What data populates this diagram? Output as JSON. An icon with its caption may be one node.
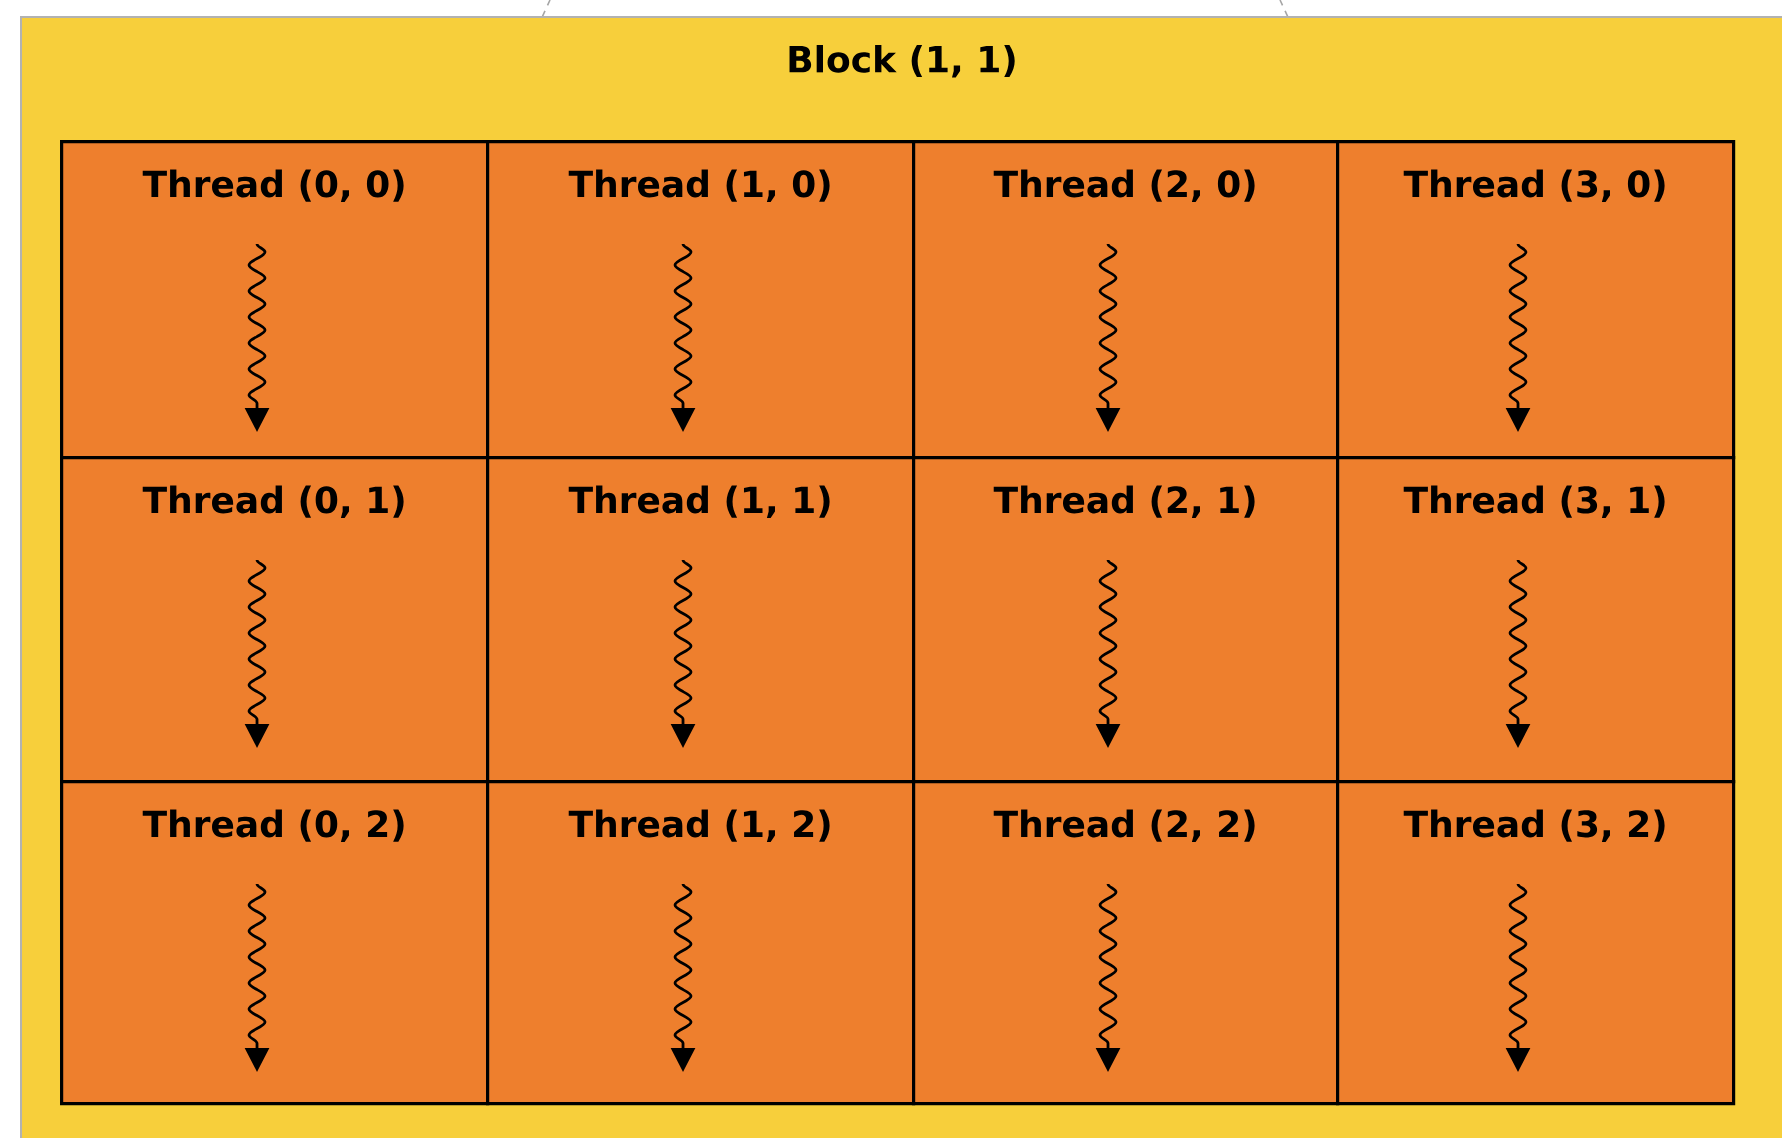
{
  "diagram": {
    "nodes": [
      {
        "text": [
          "Block (1, 1)"
        ]
      },
      {
        "text": [
          "Thread (0, 0)"
        ],
        "in": 0
      },
      {
        "text": [
          "Thread (1, 0)"
        ],
        "in": 0
      },
      {
        "text": [
          "Thread (2, 0)"
        ],
        "in": 0
      },
      {
        "text": [
          "Thread (3, 0)"
        ],
        "in": 0
      },
      {
        "text": [
          "Thread (0, 1)"
        ],
        "in": 0
      },
      {
        "text": [
          "Thread (1, 1)"
        ],
        "in": 0
      },
      {
        "text": [
          "Thread (2, 1)"
        ],
        "in": 0
      },
      {
        "text": [
          "Thread (3, 1)"
        ],
        "in": 0
      },
      {
        "text": [
          "Thread (0, 2)"
        ],
        "in": 0
      },
      {
        "text": [
          "Thread (1, 2)"
        ],
        "in": 0
      },
      {
        "text": [
          "Thread (2, 2)"
        ],
        "in": 0
      },
      {
        "text": [
          "Thread (3, 2)"
        ],
        "in": 0
      }
    ]
  }
}
